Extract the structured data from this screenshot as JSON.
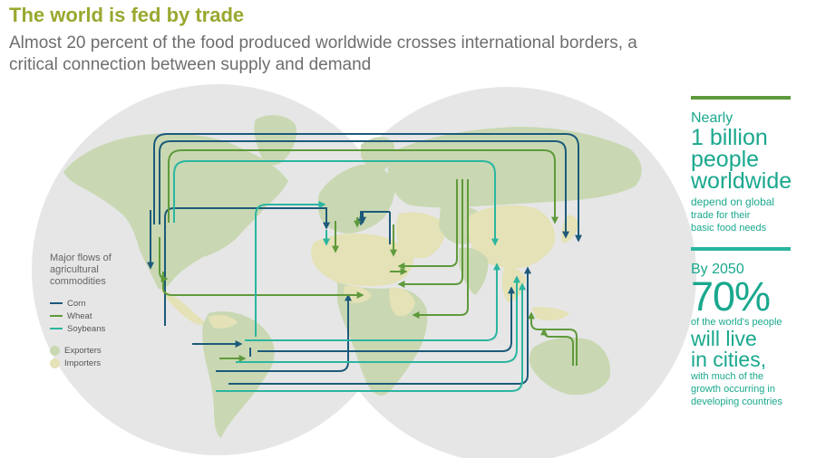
{
  "header": {
    "title": "The world is fed by trade",
    "subtitle": "Almost 20 percent of the food produced worldwide crosses international borders, a critical connection between supply and demand"
  },
  "legend": {
    "title": "Major flows of agricultural commodities",
    "commodities": [
      {
        "label": "Corn",
        "color": "#1c5a7a"
      },
      {
        "label": "Wheat",
        "color": "#5f9a3c"
      },
      {
        "label": "Soybeans",
        "color": "#2bb5a0"
      }
    ],
    "regions": [
      {
        "label": "Exporters",
        "color": "#c9d8b2"
      },
      {
        "label": "Importers",
        "color": "#e4e2b6"
      }
    ]
  },
  "stats": {
    "stat1": {
      "lead": "Nearly",
      "big1": "1 billion",
      "big2": "people",
      "big3": "worldwide",
      "note1": "depend on global",
      "note2": "trade for their",
      "note3": "basic food needs"
    },
    "stat2": {
      "lead": "By 2050",
      "huge": "70%",
      "note1": "of the world's people",
      "mid1": "will live",
      "mid2": "in cities,",
      "note2": "with much of the",
      "note3": "growth occurring in",
      "note4": "developing countries"
    },
    "bar_colors": [
      "#5f9a3c",
      "#2bb5a0"
    ]
  },
  "map_colors": {
    "ocean": "#e6e6e6",
    "exporter": "#c9d8b2",
    "importer": "#e4e2b6"
  }
}
